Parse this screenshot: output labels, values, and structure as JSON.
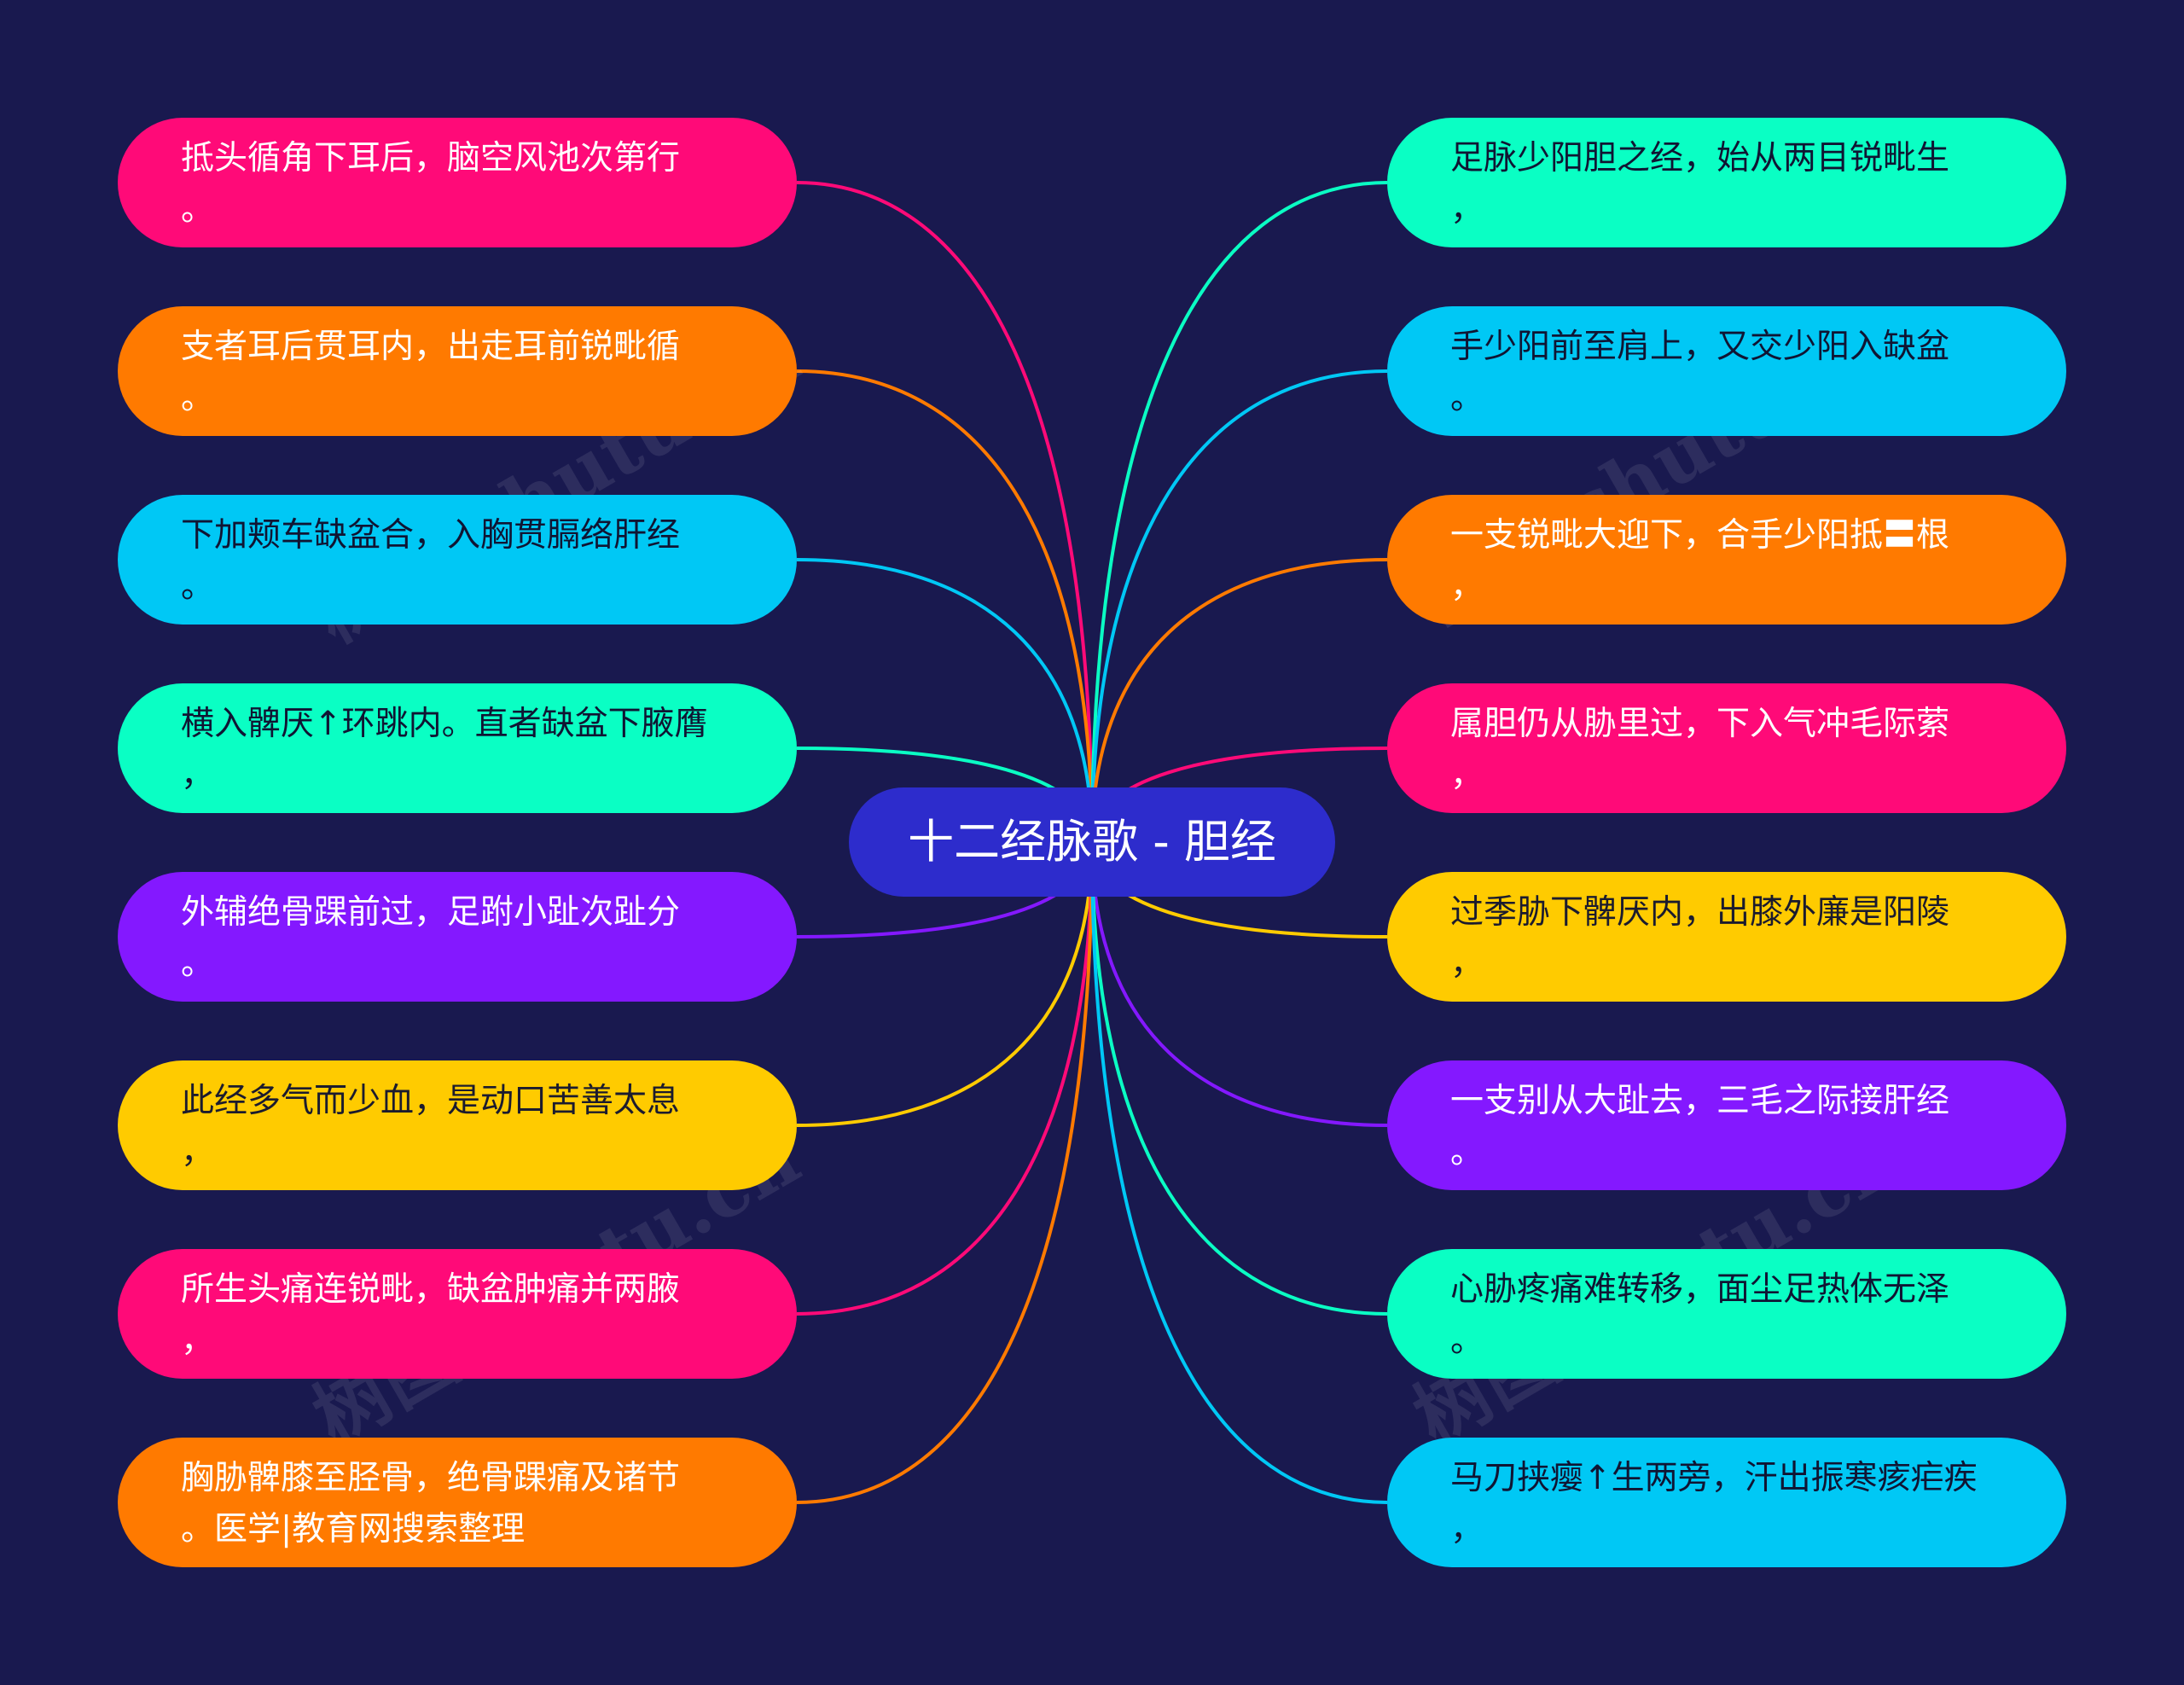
{
  "center": {
    "label": "十二经脉歌 - 胆经",
    "color": "#2d2ccc"
  },
  "left_nodes": [
    {
      "text": "抵头循角下耳后，脑空风池次第行\n。",
      "color": "#ff0a78"
    },
    {
      "text": "支者耳后贯耳内，出走耳前锐毗循\n。",
      "color": "#ff7a00"
    },
    {
      "text": "下加颊车缺盆合，入胸贯膈络肝经\n。",
      "color": "#00c8f5"
    },
    {
      "text": "横入髀厌↑环跳内。直者缺盆下腋膺\n，",
      "color": "#0affc4"
    },
    {
      "text": "外辅绝骨踝前过，足跗小趾次趾分\n。",
      "color": "#8418ff"
    },
    {
      "text": "此经多气而少血，是动口苦善太息\n，",
      "color": "#ffcb00"
    },
    {
      "text": "所生头痛连锐毗，缺盆肿痛并两腋\n，",
      "color": "#ff0a78"
    },
    {
      "text": "胸胁髀膝至胫骨，绝骨踝痛及诸节\n。医学|教育网搜索整理",
      "color": "#ff7a00"
    }
  ],
  "right_nodes": [
    {
      "text": "足脉少阳胆之经，始从两目锐毗生\n，",
      "color": "#0affc4"
    },
    {
      "text": "手少阳前至肩上，又交少阳入缺盆\n。",
      "color": "#00c8f5"
    },
    {
      "text": "一支锐毗大迎下，合手少阳抵〓根\n，",
      "color": "#ff7a00"
    },
    {
      "text": "属胆仍从胁里过，下入气冲毛际萦\n，",
      "color": "#ff0a78"
    },
    {
      "text": "过季胁下髀厌内，出膝外廉是阳陵\n，",
      "color": "#ffcb00"
    },
    {
      "text": "一支别从大趾去，三毛之际接肝经\n。",
      "color": "#8418ff"
    },
    {
      "text": "心胁疼痛难转移，面尘足热体无泽\n。",
      "color": "#0affc4"
    },
    {
      "text": "马刀挟瘿↑生两旁，汗出振寒痎疟疾\n，",
      "color": "#00c8f5"
    }
  ],
  "watermark": "树图 shutu.cn"
}
